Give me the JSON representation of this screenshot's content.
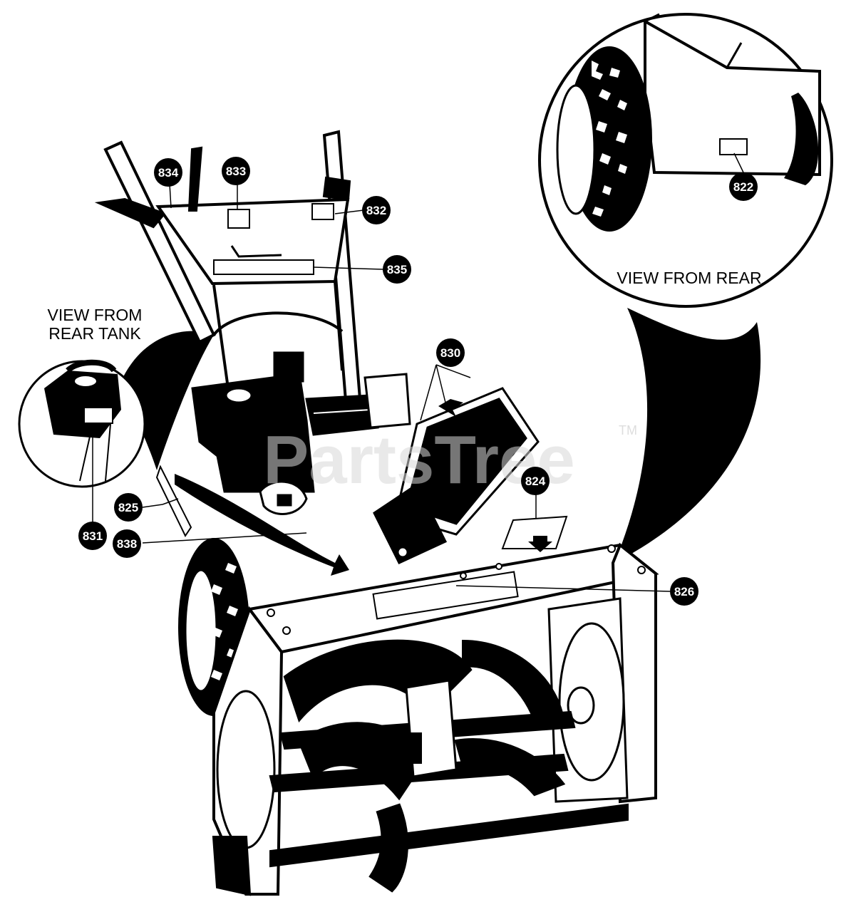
{
  "watermark": {
    "text": "PartsTree",
    "tm": "TM"
  },
  "views": {
    "rear": {
      "label": "VIEW FROM REAR"
    },
    "rear_tank": {
      "line1": "VIEW FROM",
      "line2": "REAR TANK"
    }
  },
  "callouts": [
    {
      "id": "c834",
      "label": "834"
    },
    {
      "id": "c833",
      "label": "833"
    },
    {
      "id": "c832",
      "label": "832"
    },
    {
      "id": "c835",
      "label": "835"
    },
    {
      "id": "c830",
      "label": "830"
    },
    {
      "id": "c824",
      "label": "824"
    },
    {
      "id": "c825",
      "label": "825"
    },
    {
      "id": "c831",
      "label": "831"
    },
    {
      "id": "c838",
      "label": "838"
    },
    {
      "id": "c826",
      "label": "826"
    },
    {
      "id": "c822",
      "label": "822"
    }
  ]
}
